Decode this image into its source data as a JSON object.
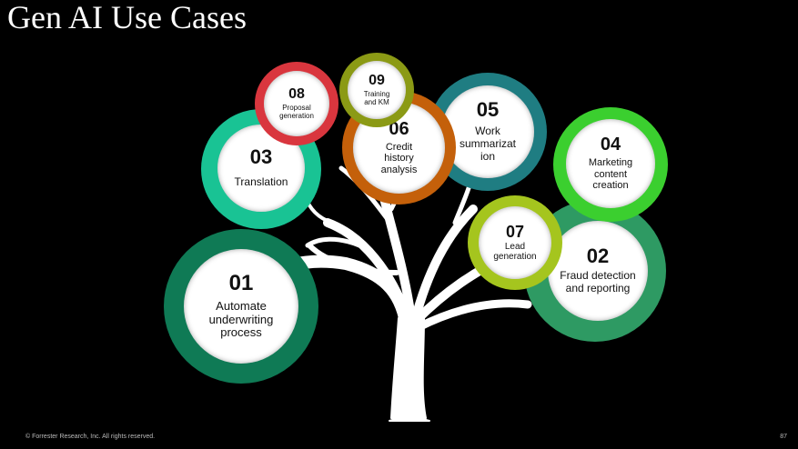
{
  "slide": {
    "title": "Gen AI Use Cases",
    "footer": "© Forrester Research, Inc. All rights reserved.",
    "page_number": "87"
  },
  "use_cases": [
    {
      "num": "01",
      "label": "Automate underwriting process",
      "color": "#0f7a55"
    },
    {
      "num": "02",
      "label": "Fraud detection and reporting",
      "color": "#2e9a63"
    },
    {
      "num": "03",
      "label": "Translation",
      "color": "#19c394"
    },
    {
      "num": "04",
      "label": "Marketing content creation",
      "color": "#3bcf2f"
    },
    {
      "num": "05",
      "label": "Work summarizat ion",
      "color": "#1f7d82"
    },
    {
      "num": "06",
      "label": "Credit history analysis",
      "color": "#c4600a"
    },
    {
      "num": "07",
      "label": "Lead generation",
      "color": "#a5c51e"
    },
    {
      "num": "08",
      "label": "Proposal generation",
      "color": "#d9363e"
    },
    {
      "num": "09",
      "label": "Training and KM",
      "color": "#8b9a15"
    }
  ]
}
